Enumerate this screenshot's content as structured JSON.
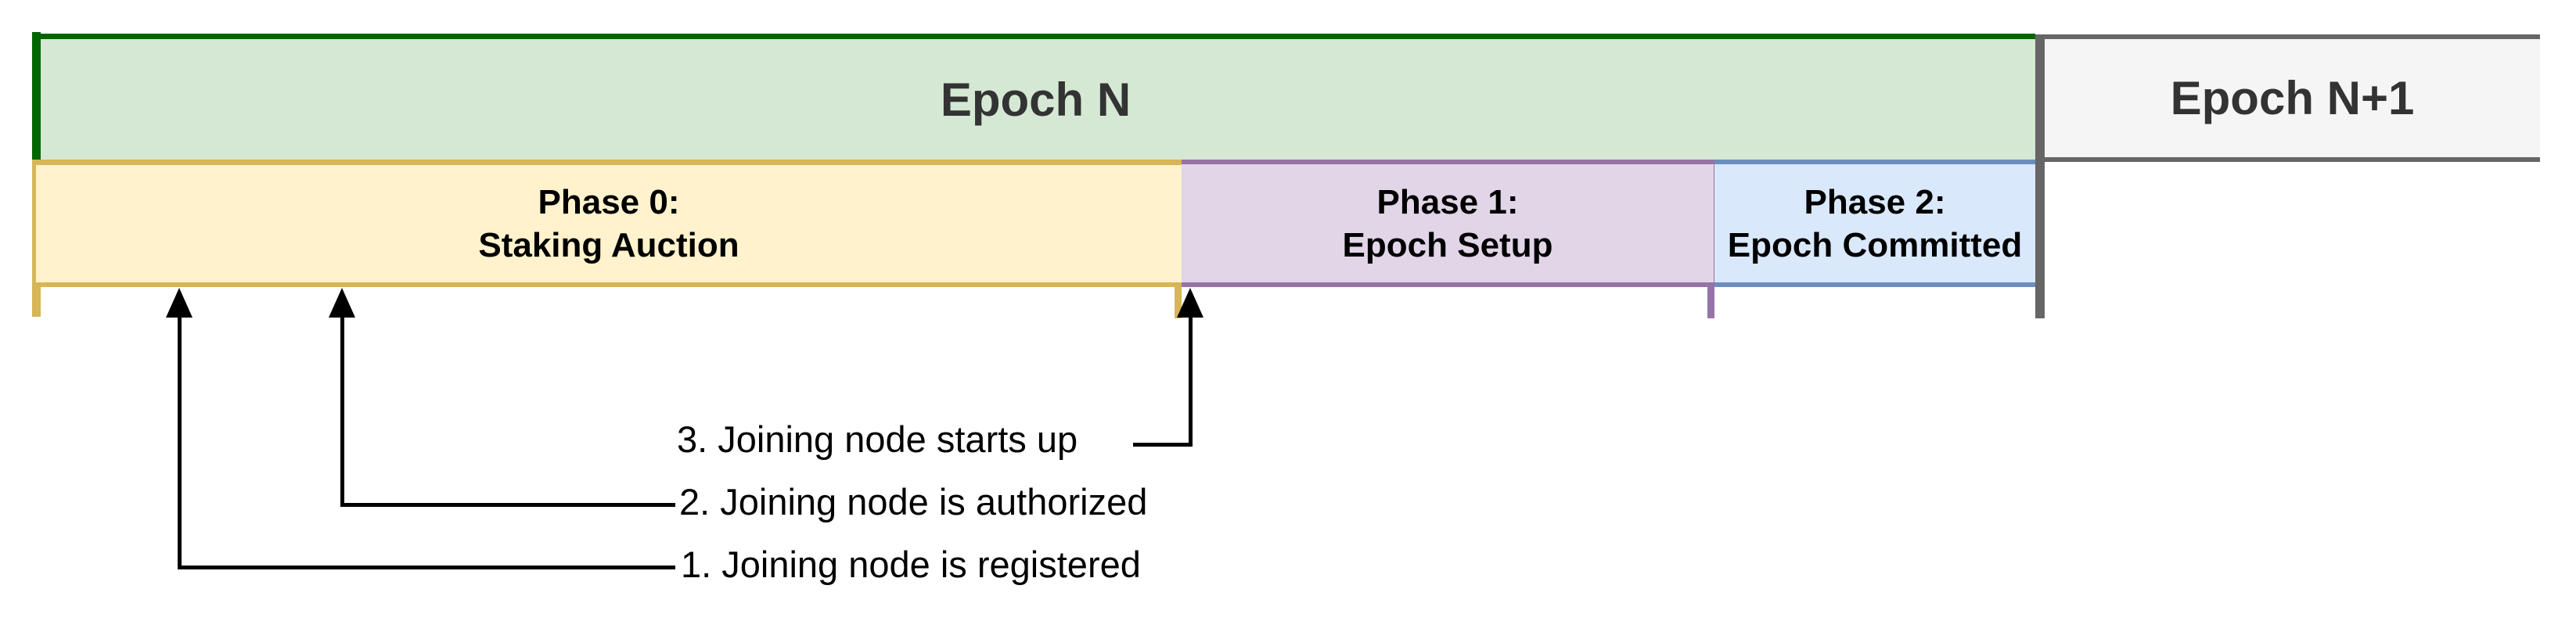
{
  "epochs": [
    {
      "id": "epoch-n",
      "label": "Epoch N",
      "fill": "#d5e8d4",
      "accent": "#006600"
    },
    {
      "id": "epoch-n-1",
      "label": "Epoch N+1",
      "fill": "#f5f5f5",
      "accent": "#666666"
    }
  ],
  "phases": [
    {
      "id": "phase-0",
      "line1": "Phase 0:",
      "line2": "Staking Auction",
      "fill": "#fff2cc",
      "border": "#d6b656"
    },
    {
      "id": "phase-1",
      "line1": "Phase 1:",
      "line2": "Epoch Setup",
      "fill": "#e1d5e7",
      "border": "#9673a6"
    },
    {
      "id": "phase-2",
      "line1": "Phase 2:",
      "line2": "Epoch Committed",
      "fill": "#dae8fc",
      "border": "#6c8ebf"
    }
  ],
  "annotations": [
    {
      "id": "event-3",
      "label": "3. Joining node starts up"
    },
    {
      "id": "event-2",
      "label": "2. Joining node is authorized"
    },
    {
      "id": "event-1",
      "label": "1. Joining node is registered"
    }
  ],
  "colors": {
    "background": "#ffffff",
    "epoch_n_fill": "#d5e8d4",
    "epoch_n_accent": "#006600",
    "epoch_n1_fill": "#f5f5f5",
    "epoch_boundary": "#666666",
    "phase0_fill": "#fff2cc",
    "phase0_border": "#d6b656",
    "phase1_fill": "#e1d5e7",
    "phase1_border": "#9673a6",
    "phase2_fill": "#dae8fc",
    "phase2_border": "#6c8ebf",
    "title_text": "#333333",
    "label_text": "#000000",
    "connector": "#000000"
  }
}
